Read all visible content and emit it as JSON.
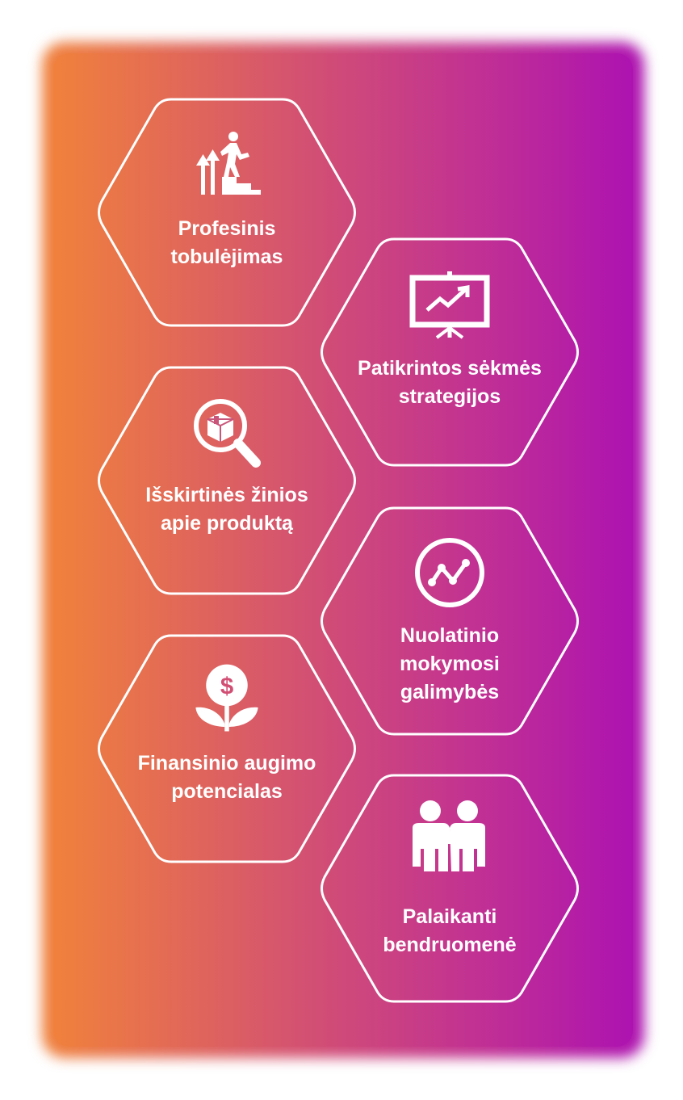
{
  "hexagons": [
    {
      "id": "professional-growth",
      "icon": "growth-stairs-icon",
      "lines": [
        "Profesinis",
        "tobulėjimas"
      ]
    },
    {
      "id": "proven-strategies",
      "icon": "presentation-chart-icon",
      "lines": [
        "Patikrintos sėkmės",
        "strategijos"
      ]
    },
    {
      "id": "product-knowledge",
      "icon": "product-search-icon",
      "lines": [
        "Išskirtinės žinios",
        "apie produktą"
      ]
    },
    {
      "id": "continuous-learning",
      "icon": "line-chart-circle-icon",
      "lines": [
        "Nuolatinio",
        "mokymosi",
        "galimybės"
      ]
    },
    {
      "id": "financial-growth",
      "icon": "money-flower-icon",
      "lines": [
        "Finansinio augimo",
        "potencialas"
      ]
    },
    {
      "id": "supportive-community",
      "icon": "people-icon",
      "lines": [
        "Palaikanti",
        "bendruomenė"
      ]
    }
  ],
  "colors": {
    "gradient_start": "#f0813c",
    "gradient_mid": "#d24f74",
    "gradient_end": "#ad13b0",
    "outline": "#ffffff"
  }
}
